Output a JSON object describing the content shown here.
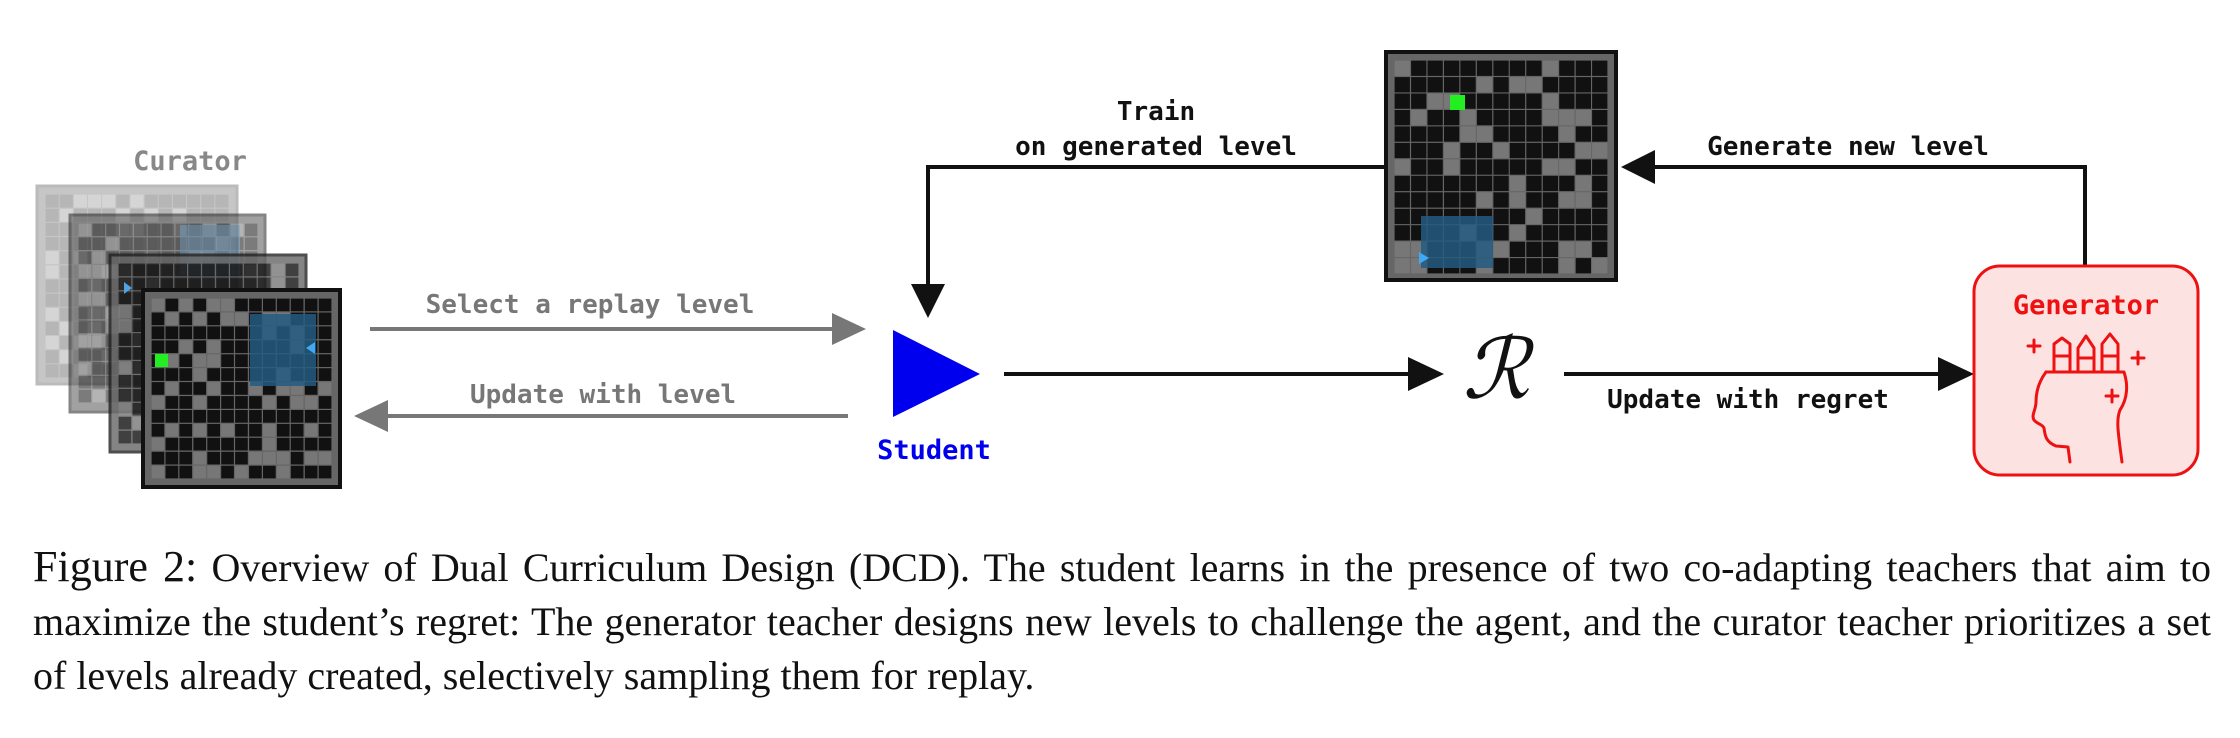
{
  "diagram": {
    "curator_label": "Curator",
    "select_label": "Select a replay level",
    "update_label": "Update with level",
    "student_label": "Student",
    "train_line1": "Train",
    "train_line2": "on generated level",
    "generate_label": "Generate new level",
    "regret_symbol": "ℛ",
    "update_regret_label": "Update with regret",
    "generator_label": "Generator",
    "colors": {
      "student": "#0000ee",
      "generator": "#ee1111",
      "generator_fill": "#fde2e2",
      "goal": "#22ee22",
      "grid_bg": "#111111",
      "grid_wall": "#777777",
      "arrow_grey": "#777777"
    }
  },
  "caption": {
    "figure_label": "Figure 2:",
    "text": "Overview of Dual Curriculum Design (DCD). The student learns in the presence of two co-adapting teachers that aim to maximize the student’s regret: The generator teacher designs new levels to challenge the agent, and the curator teacher prioritizes a set of levels already created, selectively sampling them for replay."
  }
}
